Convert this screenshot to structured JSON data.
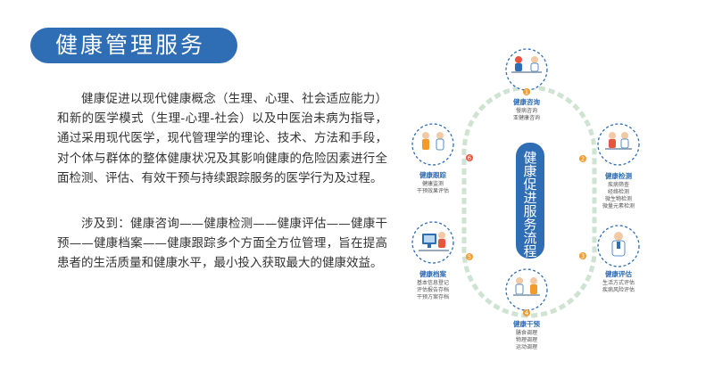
{
  "title": "健康管理服务",
  "paragraphs": [
    "健康促进以现代健康概念（生理、心理、社会适应能力）和新的医学模式（生理-心理-社会）以及中医治未病为指导，通过采用现代医学，现代管理学的理论、技术、方法和手段，对个体与群体的整体健康状况及其影响健康的危险因素进行全面检测、评估、有效干预与持续跟踪服务的医学行为及过程。",
    "涉及到：健康咨询——健康检测——健康评估——健康干预——健康档案——健康跟踪多个方面全方位管理，旨在提高患者的生活质量和健康水平，最小投入获取最大的健康效益。"
  ],
  "flow": {
    "center_text": "健康促进服务流程",
    "steps": [
      {
        "num": "1",
        "title": "健康咨询",
        "lines": [
          "慢病咨询",
          "亚健康咨询"
        ]
      },
      {
        "num": "2",
        "title": "健康检测",
        "lines": [
          "疾病筛查",
          "经络检测",
          "微生物检测",
          "微量元素检测"
        ]
      },
      {
        "num": "3",
        "title": "健康评估",
        "lines": [
          "生活方式评估",
          "疾病风险评估"
        ]
      },
      {
        "num": "4",
        "title": "健康干预",
        "lines": [
          "膳食调理",
          "物理调理",
          "运动调理"
        ]
      },
      {
        "num": "5",
        "title": "健康档案",
        "lines": [
          "基本信息登记",
          "评估报告存档",
          "干预方案存档"
        ]
      },
      {
        "num": "6",
        "title": "健康跟踪",
        "lines": [
          "健康监测",
          "干预效果评估"
        ]
      }
    ]
  },
  "colors": {
    "primary": "#2f6db5",
    "ring": "#cfe3d2",
    "badge_orange": "#f39a2d",
    "badge_red": "#e8553f"
  }
}
